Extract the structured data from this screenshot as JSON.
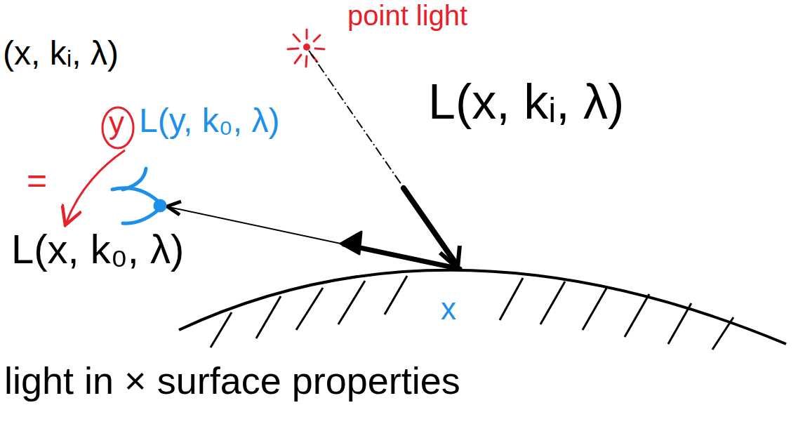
{
  "diagram": {
    "labels": [
      "(x, kᵢ, λ)",
      "point light",
      "y",
      "L(y, k₀, λ)",
      "=",
      "L(x, kᵢ, λ)",
      "L(x, k₀, λ)",
      "x",
      "light in × surface properties"
    ]
  }
}
